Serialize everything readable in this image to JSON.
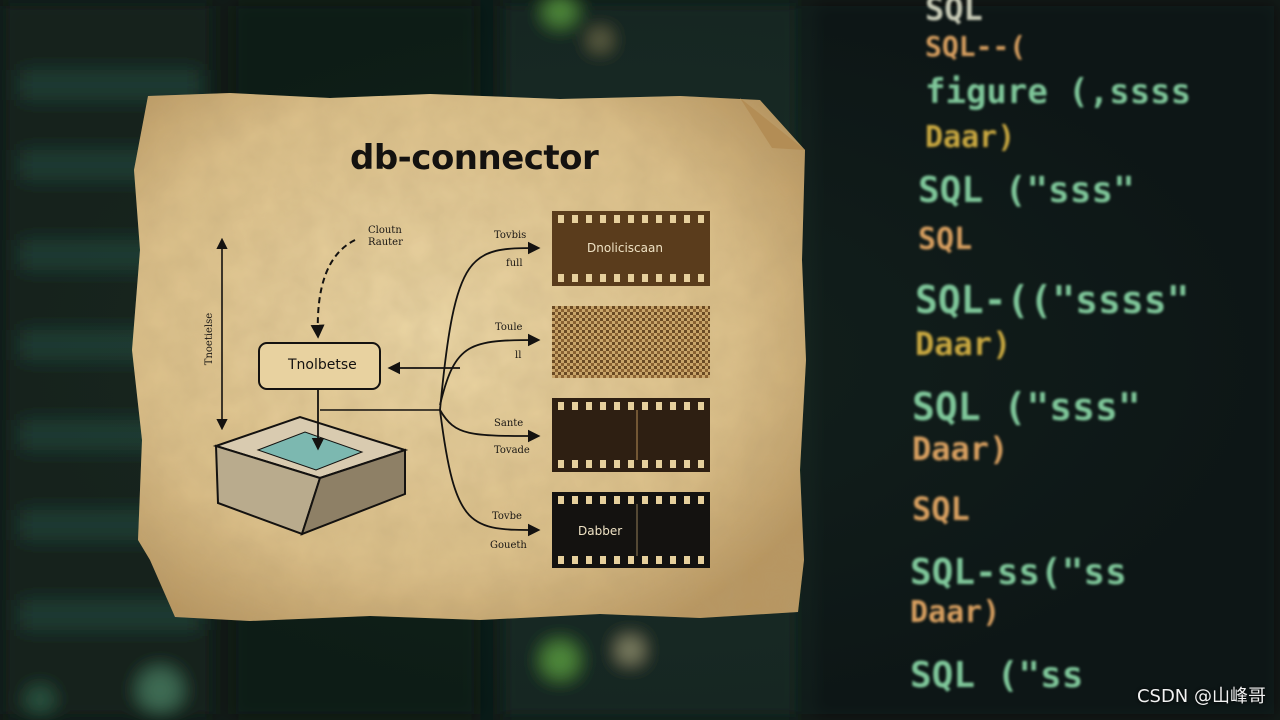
{
  "diagram": {
    "title": "db-connector",
    "center_box": "Tnolbetse",
    "vertical_label": "Tnoetielse",
    "top_label": [
      "Cloutn",
      "Rauter"
    ],
    "outputs": [
      {
        "label": [
          "Tovbis",
          "full"
        ],
        "block_text": "Dnoliciscaan",
        "style": "film-brown"
      },
      {
        "label": [
          "Toule",
          "ll"
        ],
        "block_text": "",
        "style": "mosaic"
      },
      {
        "label": [
          "Sante",
          "Tovade"
        ],
        "block_text": "",
        "style": "film-dark"
      },
      {
        "label": [
          "Tovbe",
          "Goueth"
        ],
        "block_text": "Dabber",
        "style": "film-black"
      }
    ]
  },
  "background": {
    "code_lines": [
      {
        "text": "SQL",
        "color": "#c9ccb8"
      },
      {
        "text": "SQL--(",
        "color": "#d9a060"
      },
      {
        "text": "figure (,ssss",
        "color": "#7fc79a"
      },
      {
        "text": "Daar)",
        "color": "#c9a840"
      },
      {
        "text": "SQL (\"sss\"",
        "color": "#7fc79a"
      },
      {
        "text": "SQL",
        "color": "#d9a060"
      },
      {
        "text": "SQL-((\"ssss\"",
        "color": "#7fc79a"
      },
      {
        "text": "Daar)",
        "color": "#c9a840"
      },
      {
        "text": "SQL (\"sss\"",
        "color": "#7fc79a"
      },
      {
        "text": "Daar)",
        "color": "#d9a060"
      },
      {
        "text": "SQL",
        "color": "#d9a060"
      },
      {
        "text": "SQL-ss(\"ss",
        "color": "#7fc79a"
      },
      {
        "text": "Daar)",
        "color": "#d9a060"
      },
      {
        "text": "SQL (\"ss",
        "color": "#7fc79a"
      }
    ]
  },
  "watermark": "CSDN @山峰哥",
  "colors": {
    "paper": "#e6cf9c",
    "ink": "#1a1714",
    "water": "#7cb8b0",
    "box_side": "#b9ab8d",
    "film_brown": "#5a3c1c",
    "film_dark": "#2e1f12",
    "film_black": "#141210"
  }
}
